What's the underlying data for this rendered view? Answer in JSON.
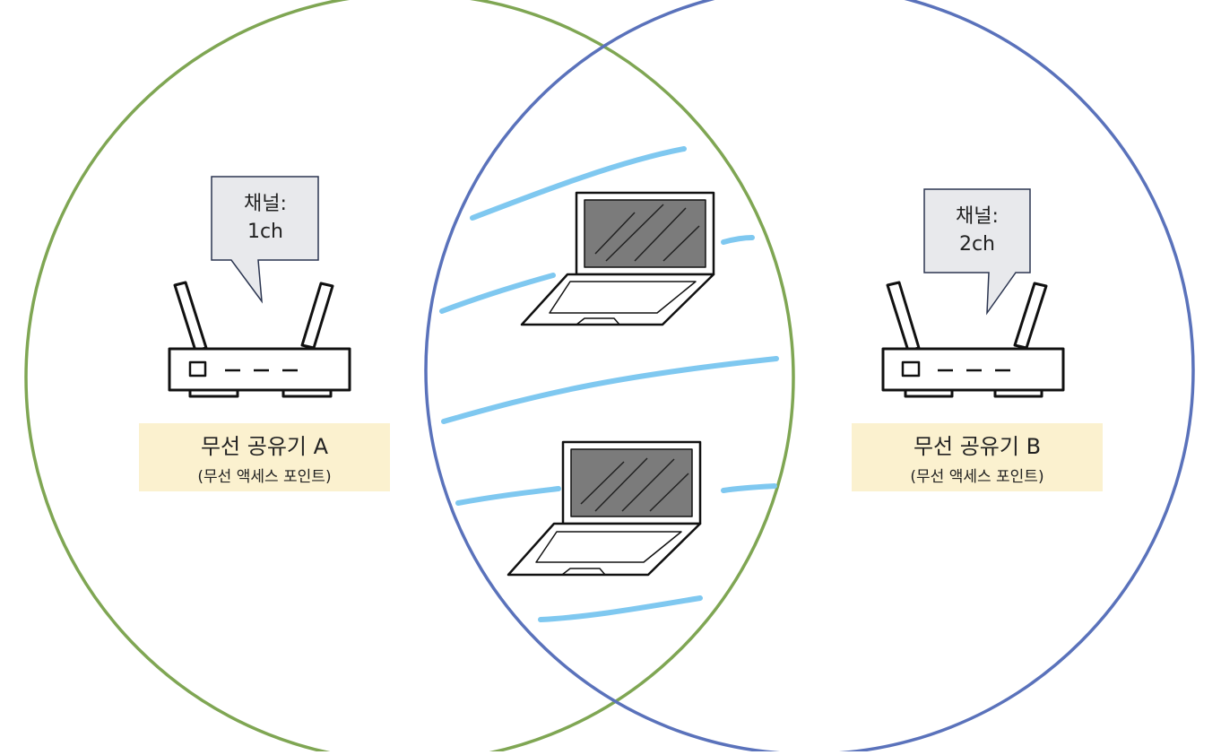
{
  "access_points": [
    {
      "bubble": {
        "line1": "채널:",
        "line2": "1ch"
      },
      "label": {
        "title": "무선 공유기 A",
        "subtitle": "(무선 액세스 포인트)"
      }
    },
    {
      "bubble": {
        "line1": "채널:",
        "line2": "2ch"
      },
      "label": {
        "title": "무선 공유기 B",
        "subtitle": "(무선 액세스 포인트)"
      }
    }
  ],
  "colors": {
    "coverage_a": "#7fa653",
    "coverage_b": "#5a72bb",
    "interference": "#7fc8f0",
    "label_fill": "#fbf1cf",
    "bubble_fill": "#e8e9ec",
    "screen_fill": "#7b7b7b"
  },
  "icons": [
    "router-icon",
    "laptop-icon",
    "speech-bubble-icon"
  ]
}
